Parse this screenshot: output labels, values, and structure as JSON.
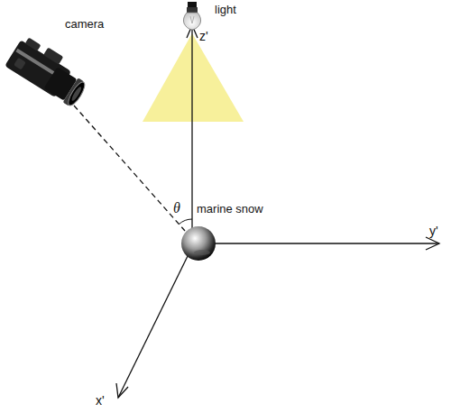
{
  "diagram": {
    "labels": [
      "camera",
      "light",
      "z'",
      "θ",
      "marine snow",
      "y'",
      "x'"
    ]
  }
}
